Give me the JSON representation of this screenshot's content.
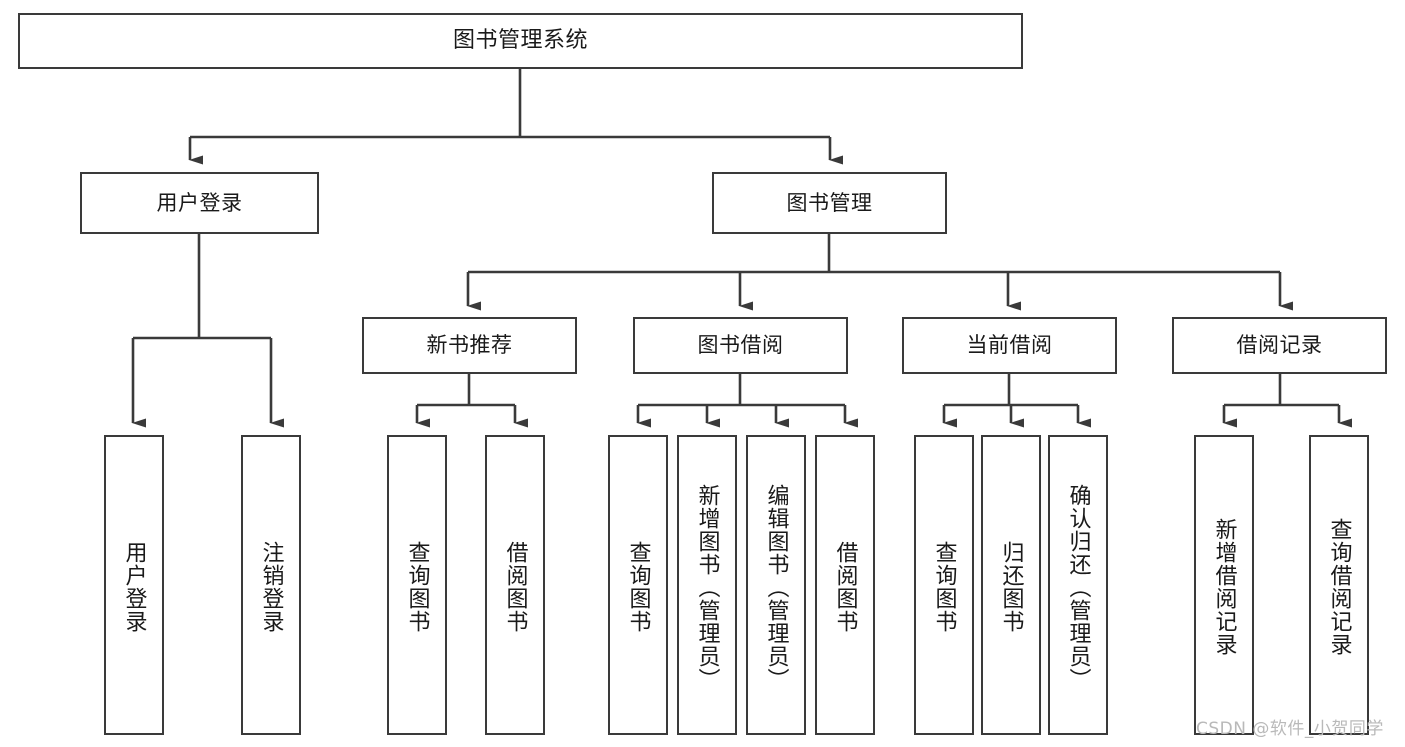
{
  "diagram": {
    "title": "图书管理系统",
    "type": "tree-structure-chart",
    "watermark": "CSDN @软件_小贺同学",
    "colors": {
      "stroke": "#3a3a3a",
      "fill": "#ffffff",
      "text": "#1a1a1a",
      "watermark": "#b9b9b9"
    },
    "nodes": {
      "root": {
        "label": "图书管理系统"
      },
      "level2": [
        {
          "id": "user-login",
          "label": "用户登录"
        },
        {
          "id": "book-management",
          "label": "图书管理"
        }
      ],
      "level3": [
        {
          "id": "new-book-recommend",
          "label": "新书推荐"
        },
        {
          "id": "book-borrow",
          "label": "图书借阅"
        },
        {
          "id": "current-borrow",
          "label": "当前借阅"
        },
        {
          "id": "borrow-record",
          "label": "借阅记录"
        }
      ],
      "leaves": {
        "user_login": [
          {
            "id": "leaf-user-login",
            "label": "用户登录"
          },
          {
            "id": "leaf-logout-login",
            "label": "注销登录"
          }
        ],
        "new_book_recommend": [
          {
            "id": "leaf-query-book-1",
            "label": "查询图书"
          },
          {
            "id": "leaf-borrow-book-1",
            "label": "借阅图书"
          }
        ],
        "book_borrow": [
          {
            "id": "leaf-query-book-2",
            "label": "查询图书"
          },
          {
            "id": "leaf-add-book",
            "label": "新增图书（管理员）"
          },
          {
            "id": "leaf-edit-book",
            "label": "编辑图书（管理员）"
          },
          {
            "id": "leaf-borrow-book-2",
            "label": "借阅图书"
          }
        ],
        "current_borrow": [
          {
            "id": "leaf-query-book-3",
            "label": "查询图书"
          },
          {
            "id": "leaf-return-book",
            "label": "归还图书"
          },
          {
            "id": "leaf-confirm-return",
            "label": "确认归还（管理员）"
          }
        ],
        "borrow_record": [
          {
            "id": "leaf-add-record",
            "label": "新增借阅记录"
          },
          {
            "id": "leaf-query-record",
            "label": "查询借阅记录"
          }
        ]
      }
    }
  }
}
